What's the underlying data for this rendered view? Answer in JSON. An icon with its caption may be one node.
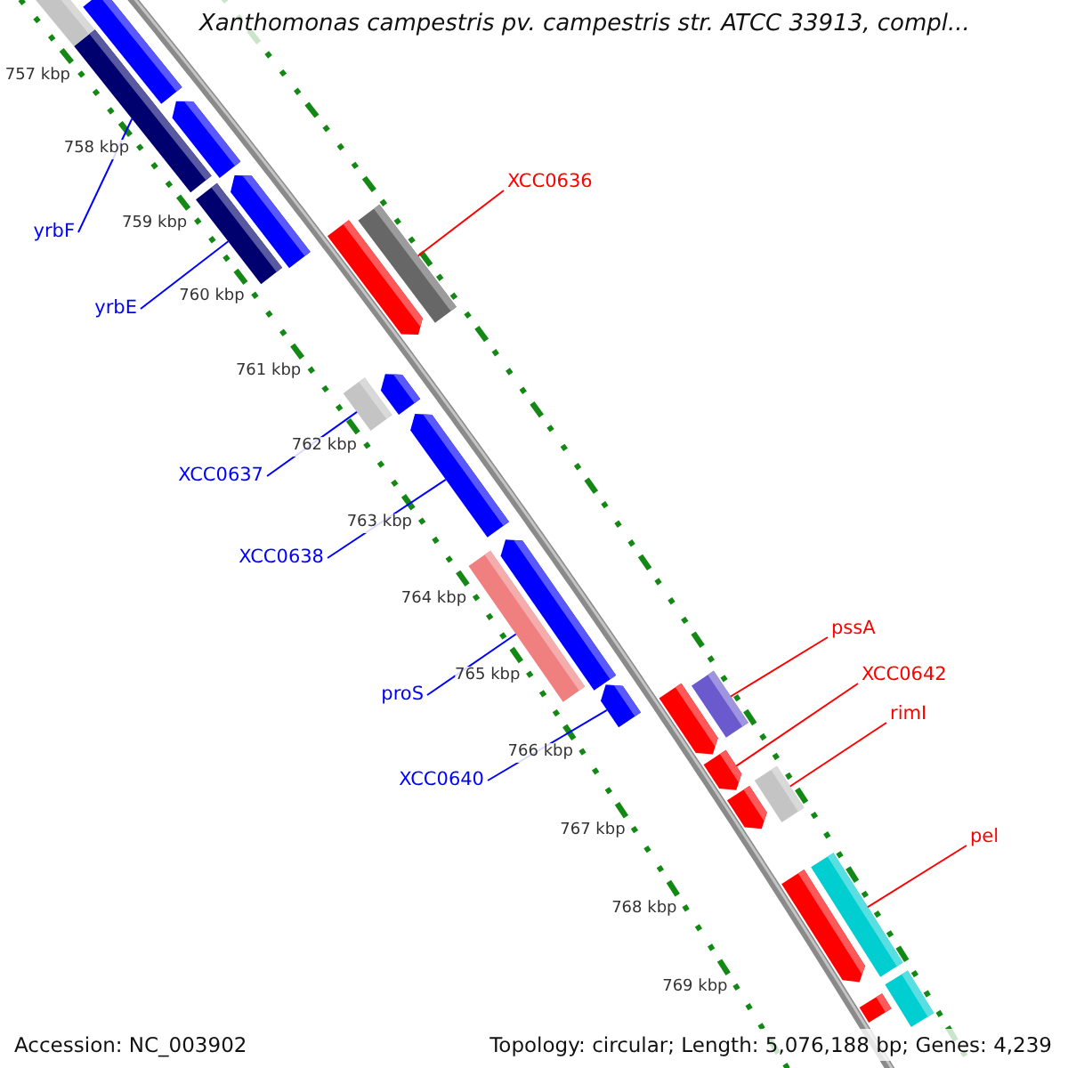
{
  "diagram": {
    "title": "Xanthomonas campestris pv. campestris str. ATCC 33913, compl...",
    "nodes": [
      {
        "text": [
          "XCC0636"
        ]
      },
      {
        "text": [
          "yrbF"
        ]
      },
      {
        "text": [
          "yrbE"
        ]
      },
      {
        "text": [
          "XCC0637"
        ]
      },
      {
        "text": [
          "XCC0638"
        ]
      },
      {
        "text": [
          "pssA"
        ]
      },
      {
        "text": [
          "XCC0642"
        ]
      },
      {
        "text": [
          "proS"
        ]
      },
      {
        "text": [
          "rimI"
        ]
      },
      {
        "text": [
          "XCC0640"
        ]
      },
      {
        "text": [
          "pel"
        ]
      },
      {
        "text": [],
        "shape": "bar"
      },
      {
        "text": [],
        "shape": "bar"
      },
      {
        "text": [],
        "shape": "bar"
      },
      {
        "text": [],
        "shape": "bar"
      },
      {
        "text": [],
        "shape": "arrow"
      },
      {
        "text": [],
        "shape": "arrow"
      },
      {
        "text": [],
        "shape": "arrow"
      },
      {
        "text": [],
        "shape": "bar"
      },
      {
        "text": [],
        "shape": "bar"
      },
      {
        "text": [],
        "shape": "arrow"
      },
      {
        "text": [],
        "shape": "arrow"
      },
      {
        "text": [],
        "shape": "bar"
      },
      {
        "text": [],
        "shape": "arrow"
      },
      {
        "text": [],
        "shape": "arrow"
      },
      {
        "text": [],
        "shape": "bar"
      },
      {
        "text": [],
        "shape": "arrow"
      },
      {
        "text": [],
        "shape": "arrow"
      },
      {
        "text": [],
        "shape": "arrow"
      },
      {
        "text": [],
        "shape": "bar"
      },
      {
        "text": [],
        "shape": "arrow"
      },
      {
        "text": [],
        "shape": "bar"
      },
      {
        "text": [],
        "shape": "bar"
      },
      {
        "text": [],
        "shape": "bar"
      }
    ],
    "edges": [
      {
        "from": 0,
        "to": 18,
        "arrow": "none",
        "color": "#ff0000"
      },
      {
        "from": 1,
        "to": 12,
        "arrow": "none"
      },
      {
        "from": 2,
        "to": 13,
        "arrow": "none"
      },
      {
        "from": 3,
        "to": 19,
        "arrow": "none"
      },
      {
        "from": 4,
        "to": 21,
        "arrow": "none"
      },
      {
        "from": 5,
        "to": 25,
        "arrow": "none",
        "color": "#ff0000"
      },
      {
        "from": 6,
        "to": 27,
        "arrow": "none",
        "color": "#ff0000"
      },
      {
        "from": 7,
        "to": 22,
        "arrow": "none"
      },
      {
        "from": 8,
        "to": 29,
        "arrow": "none",
        "color": "#ff0000"
      },
      {
        "from": 9,
        "to": 24,
        "arrow": "none"
      },
      {
        "from": 10,
        "to": 31,
        "arrow": "none",
        "color": "#ff0000"
      }
    ],
    "labels": [
      "757 kbp",
      "758 kbp",
      "759 kbp",
      "760 kbp",
      "761 kbp",
      "762 kbp",
      "763 kbp",
      "764 kbp",
      "765 kbp",
      "766 kbp",
      "767 kbp",
      "768 kbp",
      "769 kbp",
      "Accession: NC_003902",
      "Topology: circular; Length: 5,076,188 bp; Genes: 4,239"
    ]
  }
}
